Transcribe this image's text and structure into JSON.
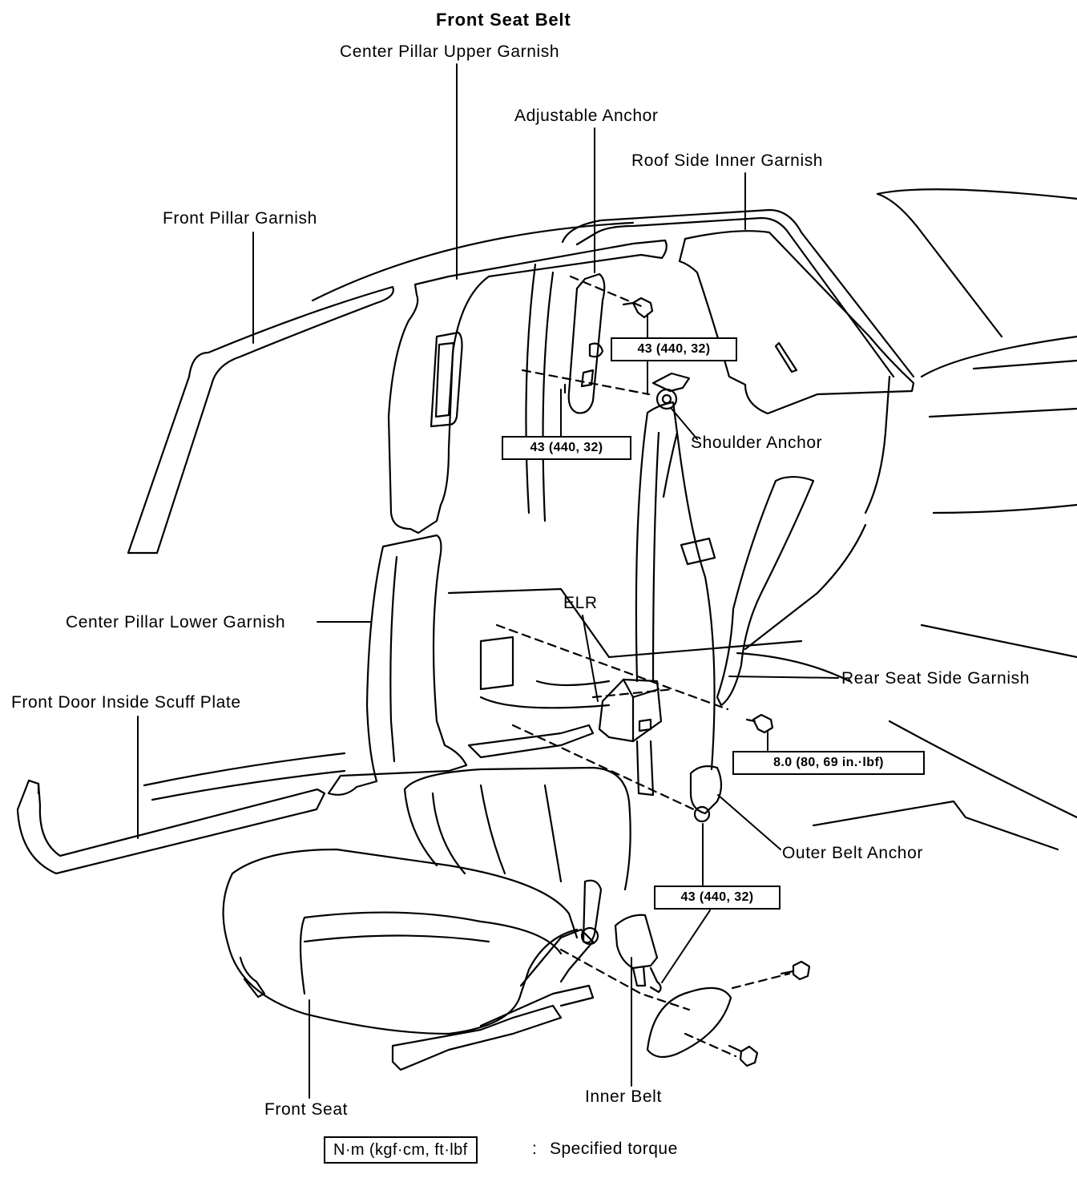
{
  "title": "Front Seat Belt",
  "labels": {
    "center_pillar_upper_garnish": "Center Pillar Upper Garnish",
    "adjustable_anchor": "Adjustable Anchor",
    "roof_side_inner_garnish": "Roof Side Inner Garnish",
    "front_pillar_garnish": "Front Pillar Garnish",
    "shoulder_anchor": "Shoulder Anchor",
    "elr": "ELR",
    "center_pillar_lower_garnish": "Center Pillar Lower Garnish",
    "front_door_inside_scuff_plate": "Front Door Inside Scuff Plate",
    "rear_seat_side_garnish": "Rear Seat Side Garnish",
    "outer_belt_anchor": "Outer Belt Anchor",
    "front_seat": "Front Seat",
    "inner_belt": "Inner Belt"
  },
  "torque": {
    "adjustable_anchor_bolt": "43 (440, 32)",
    "adjustable_anchor_mount": "43 (440, 32)",
    "elr_bolt": "8.0 (80, 69 in.·lbf)",
    "outer_belt_anchor_bolt": "43 (440, 32)"
  },
  "legend": {
    "unit": "N·m (kgf·cm, ft·lbf",
    "separator": ":",
    "description": "Specified torque"
  }
}
